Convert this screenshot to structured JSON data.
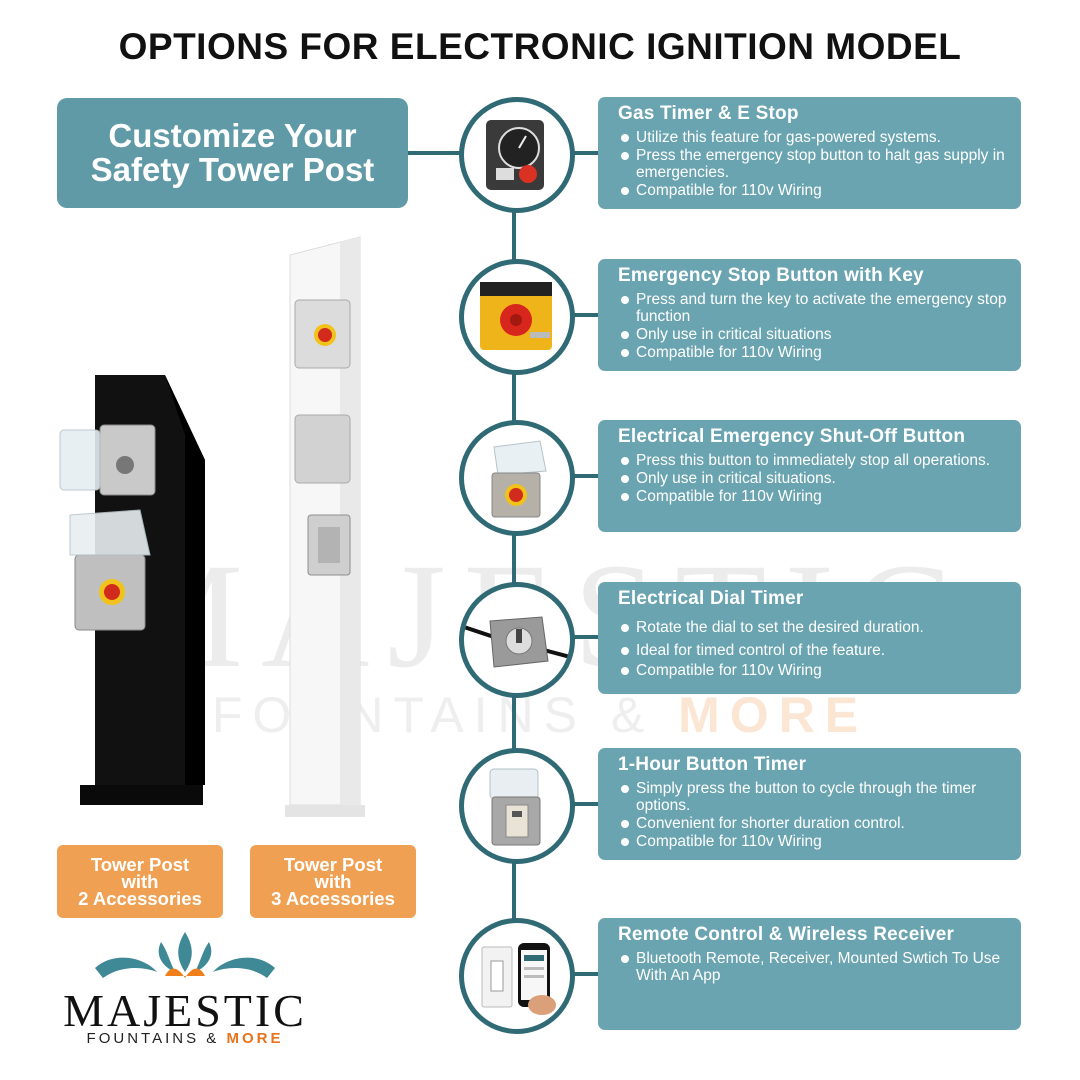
{
  "title": "OPTIONS FOR ELECTRONIC IGNITION MODEL",
  "customize": "Customize Your Safety Tower Post",
  "watermark": {
    "word": "MAJESTIC",
    "sub": "FOUNTAINS &",
    "more": "MORE"
  },
  "labels": [
    "Tower Post\nwith\n2 Accessories",
    "Tower Post\nwith\n3 Accessories"
  ],
  "options": [
    {
      "title": "Gas Timer & E Stop",
      "icon": "gas-timer-icon",
      "bullets": [
        "Utilize this feature for gas-powered systems.",
        "Press the emergency stop button to halt gas supply in emergencies.",
        "Compatible for 110v Wiring"
      ]
    },
    {
      "title": "Emergency Stop Button with Key",
      "icon": "e-stop-key-icon",
      "bullets": [
        "Press and turn the key to activate the emergency stop function",
        "Only use in critical situations",
        "Compatible for 110v Wiring"
      ]
    },
    {
      "title": "Electrical Emergency Shut-Off Button",
      "icon": "shutoff-button-icon",
      "bullets": [
        "Press this button to immediately stop all operations.",
        "Only use in critical situations.",
        "Compatible for 110v Wiring"
      ]
    },
    {
      "title": "Electrical Dial Timer",
      "icon": "dial-timer-icon",
      "bullets": [
        "Rotate the dial to set the desired duration.",
        "Ideal for timed control of the feature.",
        "Compatible for 110v Wiring"
      ]
    },
    {
      "title": "1-Hour Button Timer",
      "icon": "button-timer-icon",
      "bullets": [
        "Simply press the button to cycle through the timer options.",
        "Convenient for shorter duration control.",
        "Compatible for 110v Wiring"
      ]
    },
    {
      "title": "Remote Control & Wireless Receiver",
      "icon": "remote-receiver-icon",
      "bullets": [
        "Bluetooth Remote, Receiver, Mounted Swtich To Use With An App"
      ]
    }
  ],
  "logo": {
    "word": "MAJESTIC",
    "sub": "FOUNTAINS &",
    "more": "MORE"
  },
  "colors": {
    "teal_card": "#6aa4b0",
    "teal_dark": "#2f6a75",
    "orange": "#f0a052",
    "brand_orange": "#e8731c"
  }
}
